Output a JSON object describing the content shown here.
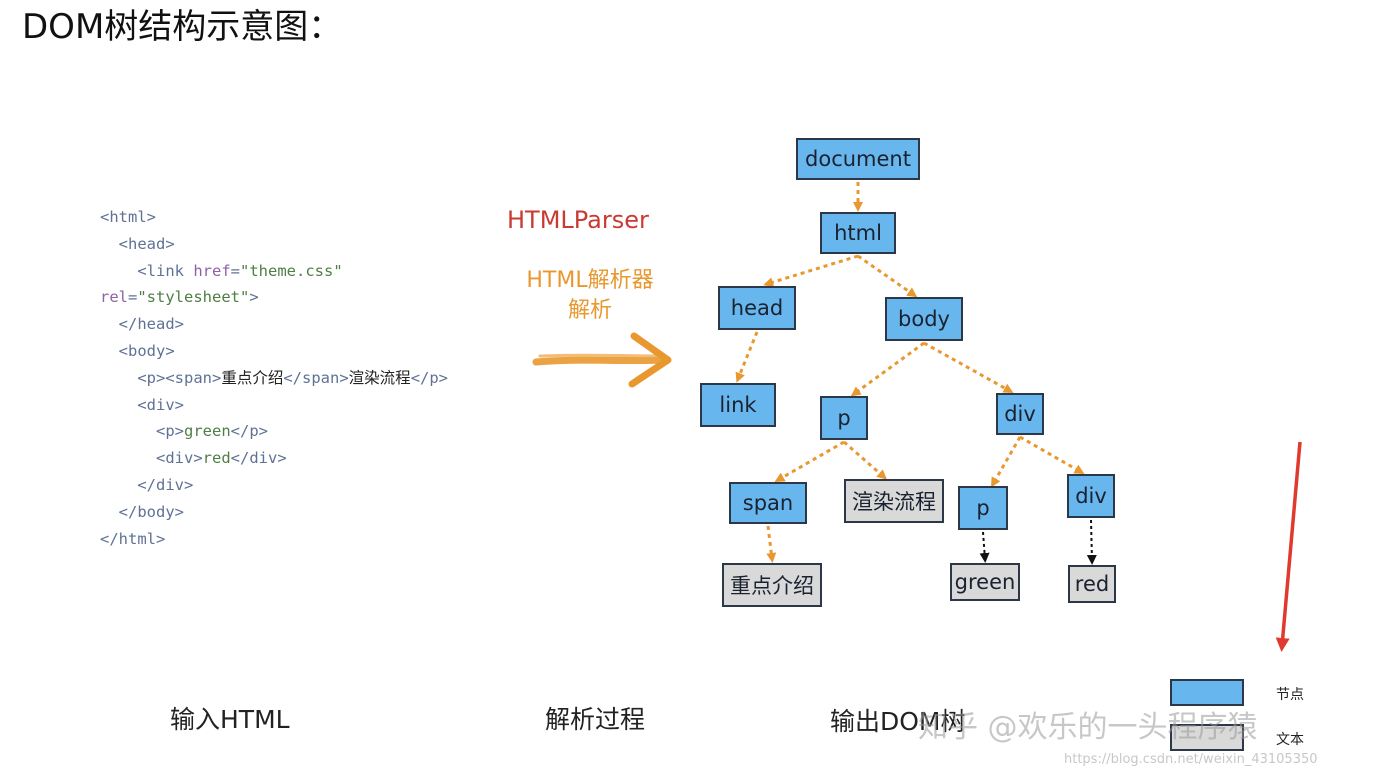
{
  "title": "DOM树结构示意图：",
  "code_lines": [
    [
      {
        "t": "tag",
        "v": "<html>"
      }
    ],
    [
      {
        "t": "tag",
        "v": "  <head>"
      }
    ],
    [
      {
        "t": "tag",
        "v": "    <link "
      },
      {
        "t": "attr",
        "v": "href"
      },
      {
        "t": "tag",
        "v": "="
      },
      {
        "t": "str",
        "v": "\"theme.css\""
      }
    ],
    [
      {
        "t": "attr",
        "v": "rel"
      },
      {
        "t": "tag",
        "v": "="
      },
      {
        "t": "str",
        "v": "\"stylesheet\""
      },
      {
        "t": "tag",
        "v": ">"
      }
    ],
    [
      {
        "t": "tag",
        "v": "  </head>"
      }
    ],
    [
      {
        "t": "tag",
        "v": "  <body>"
      }
    ],
    [
      {
        "t": "tag",
        "v": "    <p><span>"
      },
      {
        "t": "txt",
        "v": "重点介绍"
      },
      {
        "t": "tag",
        "v": "</span>"
      },
      {
        "t": "txt",
        "v": "渲染流程"
      },
      {
        "t": "tag",
        "v": "</p>"
      }
    ],
    [
      {
        "t": "tag",
        "v": "    <div>"
      }
    ],
    [
      {
        "t": "tag",
        "v": "      <p>"
      },
      {
        "t": "str",
        "v": "green"
      },
      {
        "t": "tag",
        "v": "</p>"
      }
    ],
    [
      {
        "t": "tag",
        "v": "      <div>"
      },
      {
        "t": "str",
        "v": "red"
      },
      {
        "t": "tag",
        "v": "</div>"
      }
    ],
    [
      {
        "t": "tag",
        "v": "    </div>"
      }
    ],
    [
      {
        "t": "tag",
        "v": "  </body>"
      }
    ],
    [
      {
        "t": "tag",
        "v": "</html>"
      }
    ]
  ],
  "parser": {
    "name": "HTMLParser",
    "desc": "HTML解析器\n解析"
  },
  "captions": {
    "input": "输入HTML",
    "process": "解析过程",
    "output": "输出DOM树"
  },
  "tree": {
    "nodes": [
      {
        "id": "document",
        "label": "document",
        "kind": "node"
      },
      {
        "id": "html",
        "label": "html",
        "kind": "node"
      },
      {
        "id": "head",
        "label": "head",
        "kind": "node"
      },
      {
        "id": "body",
        "label": "body",
        "kind": "node"
      },
      {
        "id": "link",
        "label": "link",
        "kind": "node"
      },
      {
        "id": "p1",
        "label": "p",
        "kind": "node"
      },
      {
        "id": "div1",
        "label": "div",
        "kind": "node"
      },
      {
        "id": "span",
        "label": "span",
        "kind": "node"
      },
      {
        "id": "text1",
        "label": "渲染流程",
        "kind": "text"
      },
      {
        "id": "p2",
        "label": "p",
        "kind": "node"
      },
      {
        "id": "div2",
        "label": "div",
        "kind": "node"
      },
      {
        "id": "text2",
        "label": "重点介绍",
        "kind": "text"
      },
      {
        "id": "green",
        "label": "green",
        "kind": "text"
      },
      {
        "id": "red",
        "label": "red",
        "kind": "text"
      }
    ],
    "edges": [
      {
        "from": "document",
        "to": "html",
        "style": "orange"
      },
      {
        "from": "html",
        "to": "head",
        "style": "orange"
      },
      {
        "from": "html",
        "to": "body",
        "style": "orange"
      },
      {
        "from": "head",
        "to": "link",
        "style": "orange"
      },
      {
        "from": "body",
        "to": "p1",
        "style": "orange"
      },
      {
        "from": "body",
        "to": "div1",
        "style": "orange"
      },
      {
        "from": "p1",
        "to": "span",
        "style": "orange"
      },
      {
        "from": "p1",
        "to": "text1",
        "style": "orange"
      },
      {
        "from": "div1",
        "to": "p2",
        "style": "orange"
      },
      {
        "from": "div1",
        "to": "div2",
        "style": "orange"
      },
      {
        "from": "span",
        "to": "text2",
        "style": "orange"
      },
      {
        "from": "p2",
        "to": "green",
        "style": "black"
      },
      {
        "from": "div2",
        "to": "red",
        "style": "black"
      }
    ]
  },
  "legend": {
    "node_label": "节点",
    "text_label": "文本"
  },
  "watermark": "知乎 @欢乐的一头程序猿",
  "url_mark": "https://blog.csdn.net/weixin_43105350",
  "colors": {
    "node_fill": "#68b6ee",
    "text_fill": "#d9d9d9",
    "edge_orange": "#e8982f",
    "edge_black": "#111111",
    "parser_red": "#c93a32",
    "annotation_arrow": "#e03a2e"
  }
}
